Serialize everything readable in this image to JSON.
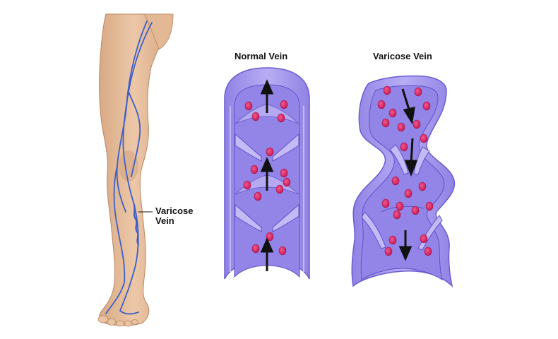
{
  "labels": {
    "normal_vein": "Normal Vein",
    "varicose_vein": "Varicose Vein",
    "leg_callout_line1": "Varicose",
    "leg_callout_line2": "Vein"
  },
  "colors": {
    "skin": "#e7c2a1",
    "skin_shadow": "#cf9f7c",
    "vein_line": "#3f5fc8",
    "vein_wall": "#a79af0",
    "vein_wall_dark": "#7c6fdc",
    "vein_lumen": "#8e7fe6",
    "vein_lumen_light": "#c9c0f7",
    "blood_cell": "#e0286a",
    "arrow": "#111111"
  },
  "diagram": {
    "normal_vein_flow": "upward",
    "varicose_vein_flow": "downward (backflow)",
    "icons": [
      "leg-illustration",
      "blood-cell-icon",
      "flow-arrow-icon",
      "valve-icon"
    ]
  }
}
